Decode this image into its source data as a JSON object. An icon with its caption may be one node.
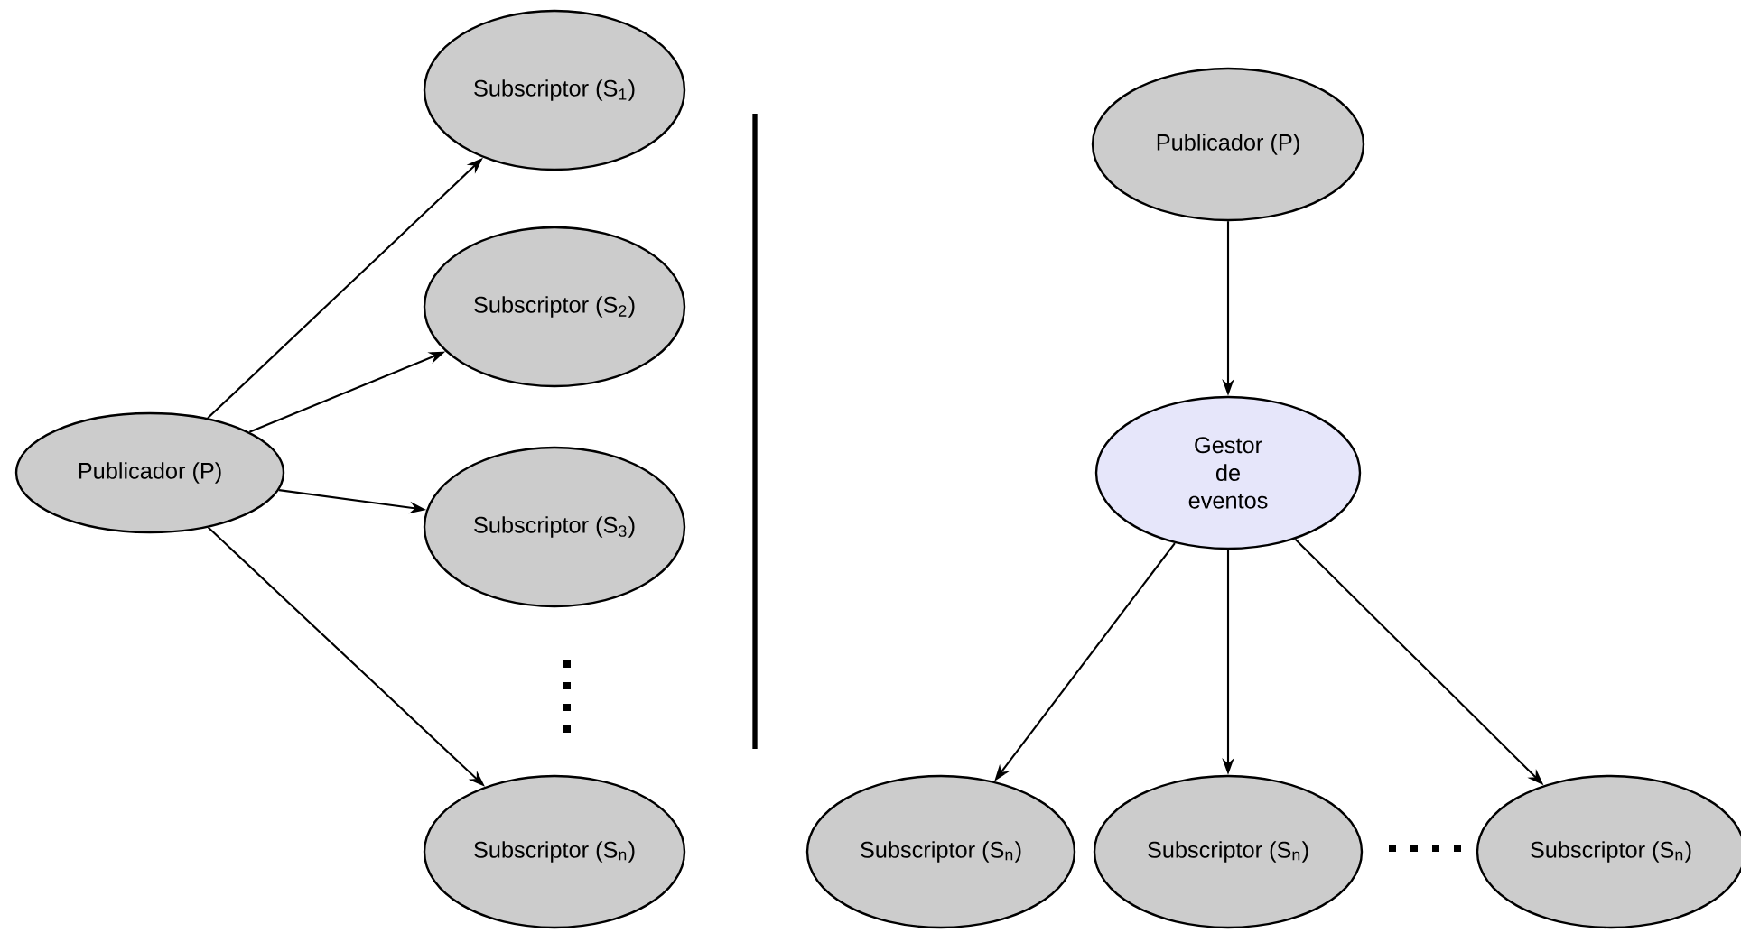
{
  "diagram": {
    "nodes": [
      {
        "text": [
          "Publicador (P)"
        ]
      },
      {
        "text": [
          "Subscriptor (S$_{1}$)"
        ]
      },
      {
        "text": [
          "Subscriptor (S$_{2}$)"
        ]
      },
      {
        "text": [
          "Subscriptor (S$_{3}$)"
        ]
      },
      {
        "text": [
          "Subscriptor (S$_{n}$)"
        ]
      },
      {
        "text": [
          "Publicador (P)"
        ]
      },
      {
        "text": [
          "Gestor de eventos"
        ]
      },
      {
        "text": [
          "Subscriptor (S$_{n}$)"
        ]
      },
      {
        "text": [
          "Subscriptor (S$_{n}$)"
        ]
      },
      {
        "text": [
          "Subscriptor (S$_{n}$)"
        ]
      }
    ],
    "edges": [
      {
        "from": 0,
        "to": 1,
        "arrow": "to"
      },
      {
        "from": 0,
        "to": 2,
        "arrow": "to"
      },
      {
        "from": 0,
        "to": 3,
        "arrow": "to"
      },
      {
        "from": 0,
        "to": 4,
        "arrow": "to"
      },
      {
        "from": 5,
        "to": 6,
        "arrow": "to"
      },
      {
        "from": 6,
        "to": 7,
        "arrow": "to"
      },
      {
        "from": 6,
        "to": 8,
        "arrow": "to"
      },
      {
        "from": 6,
        "to": 9,
        "arrow": "to"
      }
    ]
  }
}
